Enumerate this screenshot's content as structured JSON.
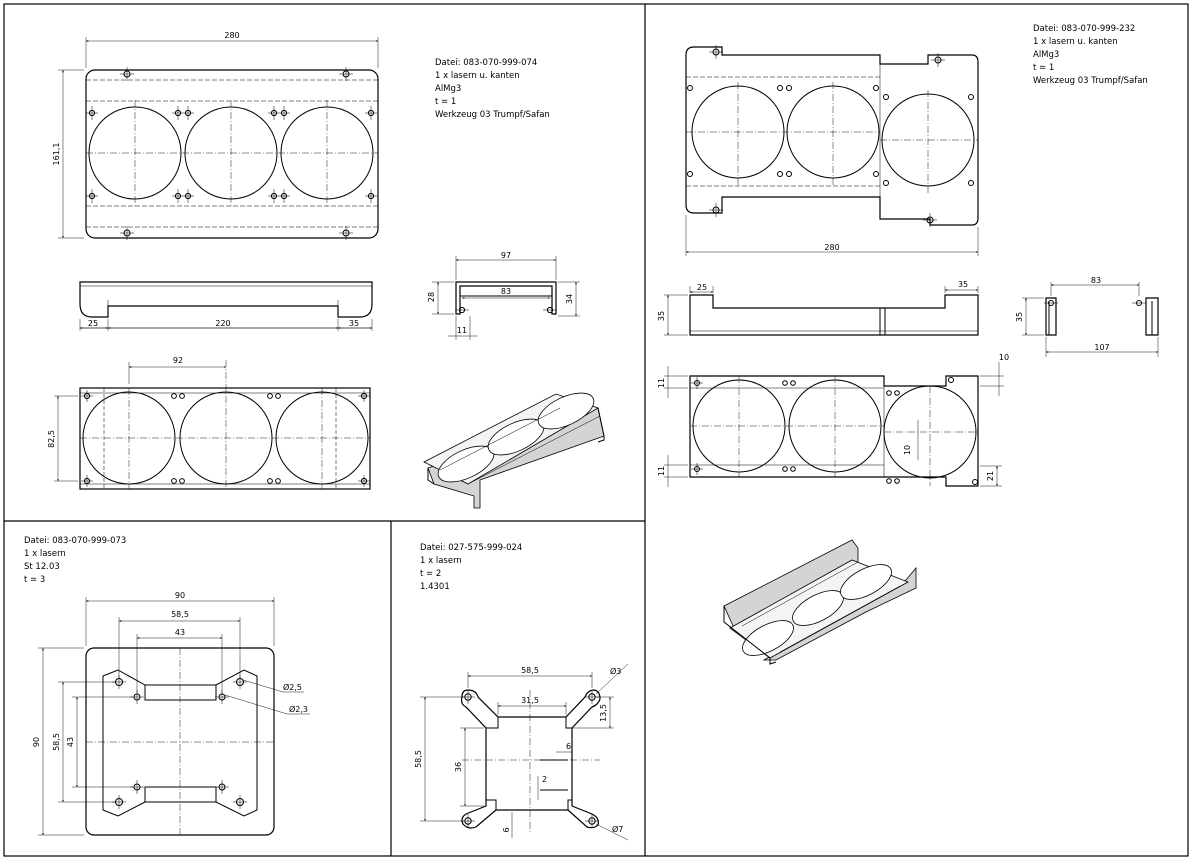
{
  "panels": {
    "top_left": {
      "notes": [
        "Datei: 083-070-999-074",
        "1 x lasern u. kanten",
        "AlMg3",
        "t = 1",
        "Werkzeug 03 Trumpf/Safan"
      ],
      "dims": {
        "width": "280",
        "height": "161,1",
        "flange_left": "25",
        "flange_mid": "220",
        "flange_right": "35",
        "hole_pitch": "92",
        "hole_row": "82,5",
        "prof_w": "97",
        "prof_inner": "83",
        "prof_h": "28",
        "prof_h2": "34",
        "prof_foot": "11"
      }
    },
    "top_right": {
      "notes": [
        "Datei: 083-070-999-232",
        "1 x lasern u. kanten",
        "AlMg3",
        "t = 1",
        "Werkzeug 03 Trumpf/Safan"
      ],
      "dims": {
        "width": "280",
        "flange_left": "25",
        "flange_right": "35",
        "height": "35",
        "prof_inner": "83",
        "prof_w": "107",
        "prof_h": "35",
        "tab_top": "10",
        "tab_left_top": "11",
        "tab_left_bot": "11",
        "notch": "10",
        "tab_right": "21"
      }
    },
    "bottom_left": {
      "notes": [
        "Datei: 083-070-999-073",
        "1 x lasern",
        "St 12.03",
        "t = 3"
      ],
      "dims": {
        "width": "90",
        "pitch": "58,5",
        "inner": "43",
        "height": "90",
        "pitch_v": "58,5",
        "inner_v": "43",
        "d1": "Ø2,5",
        "d2": "Ø2,3"
      }
    },
    "bottom_mid": {
      "notes": [
        "Datei: 027-575-999-024",
        "1 x lasern",
        "t = 2",
        "1.4301"
      ],
      "dims": {
        "pitch": "58,5",
        "inner": "31,5",
        "d_hole": "Ø3",
        "offset": "13,5",
        "slot": "6",
        "height": "58,5",
        "inner_v": "36",
        "gap": "2",
        "web": "6",
        "d_big": "Ø7"
      }
    }
  },
  "accent_colors": {
    "line": "#000000",
    "surface": "#f4f4f4",
    "shade": "#d4d4d4"
  }
}
